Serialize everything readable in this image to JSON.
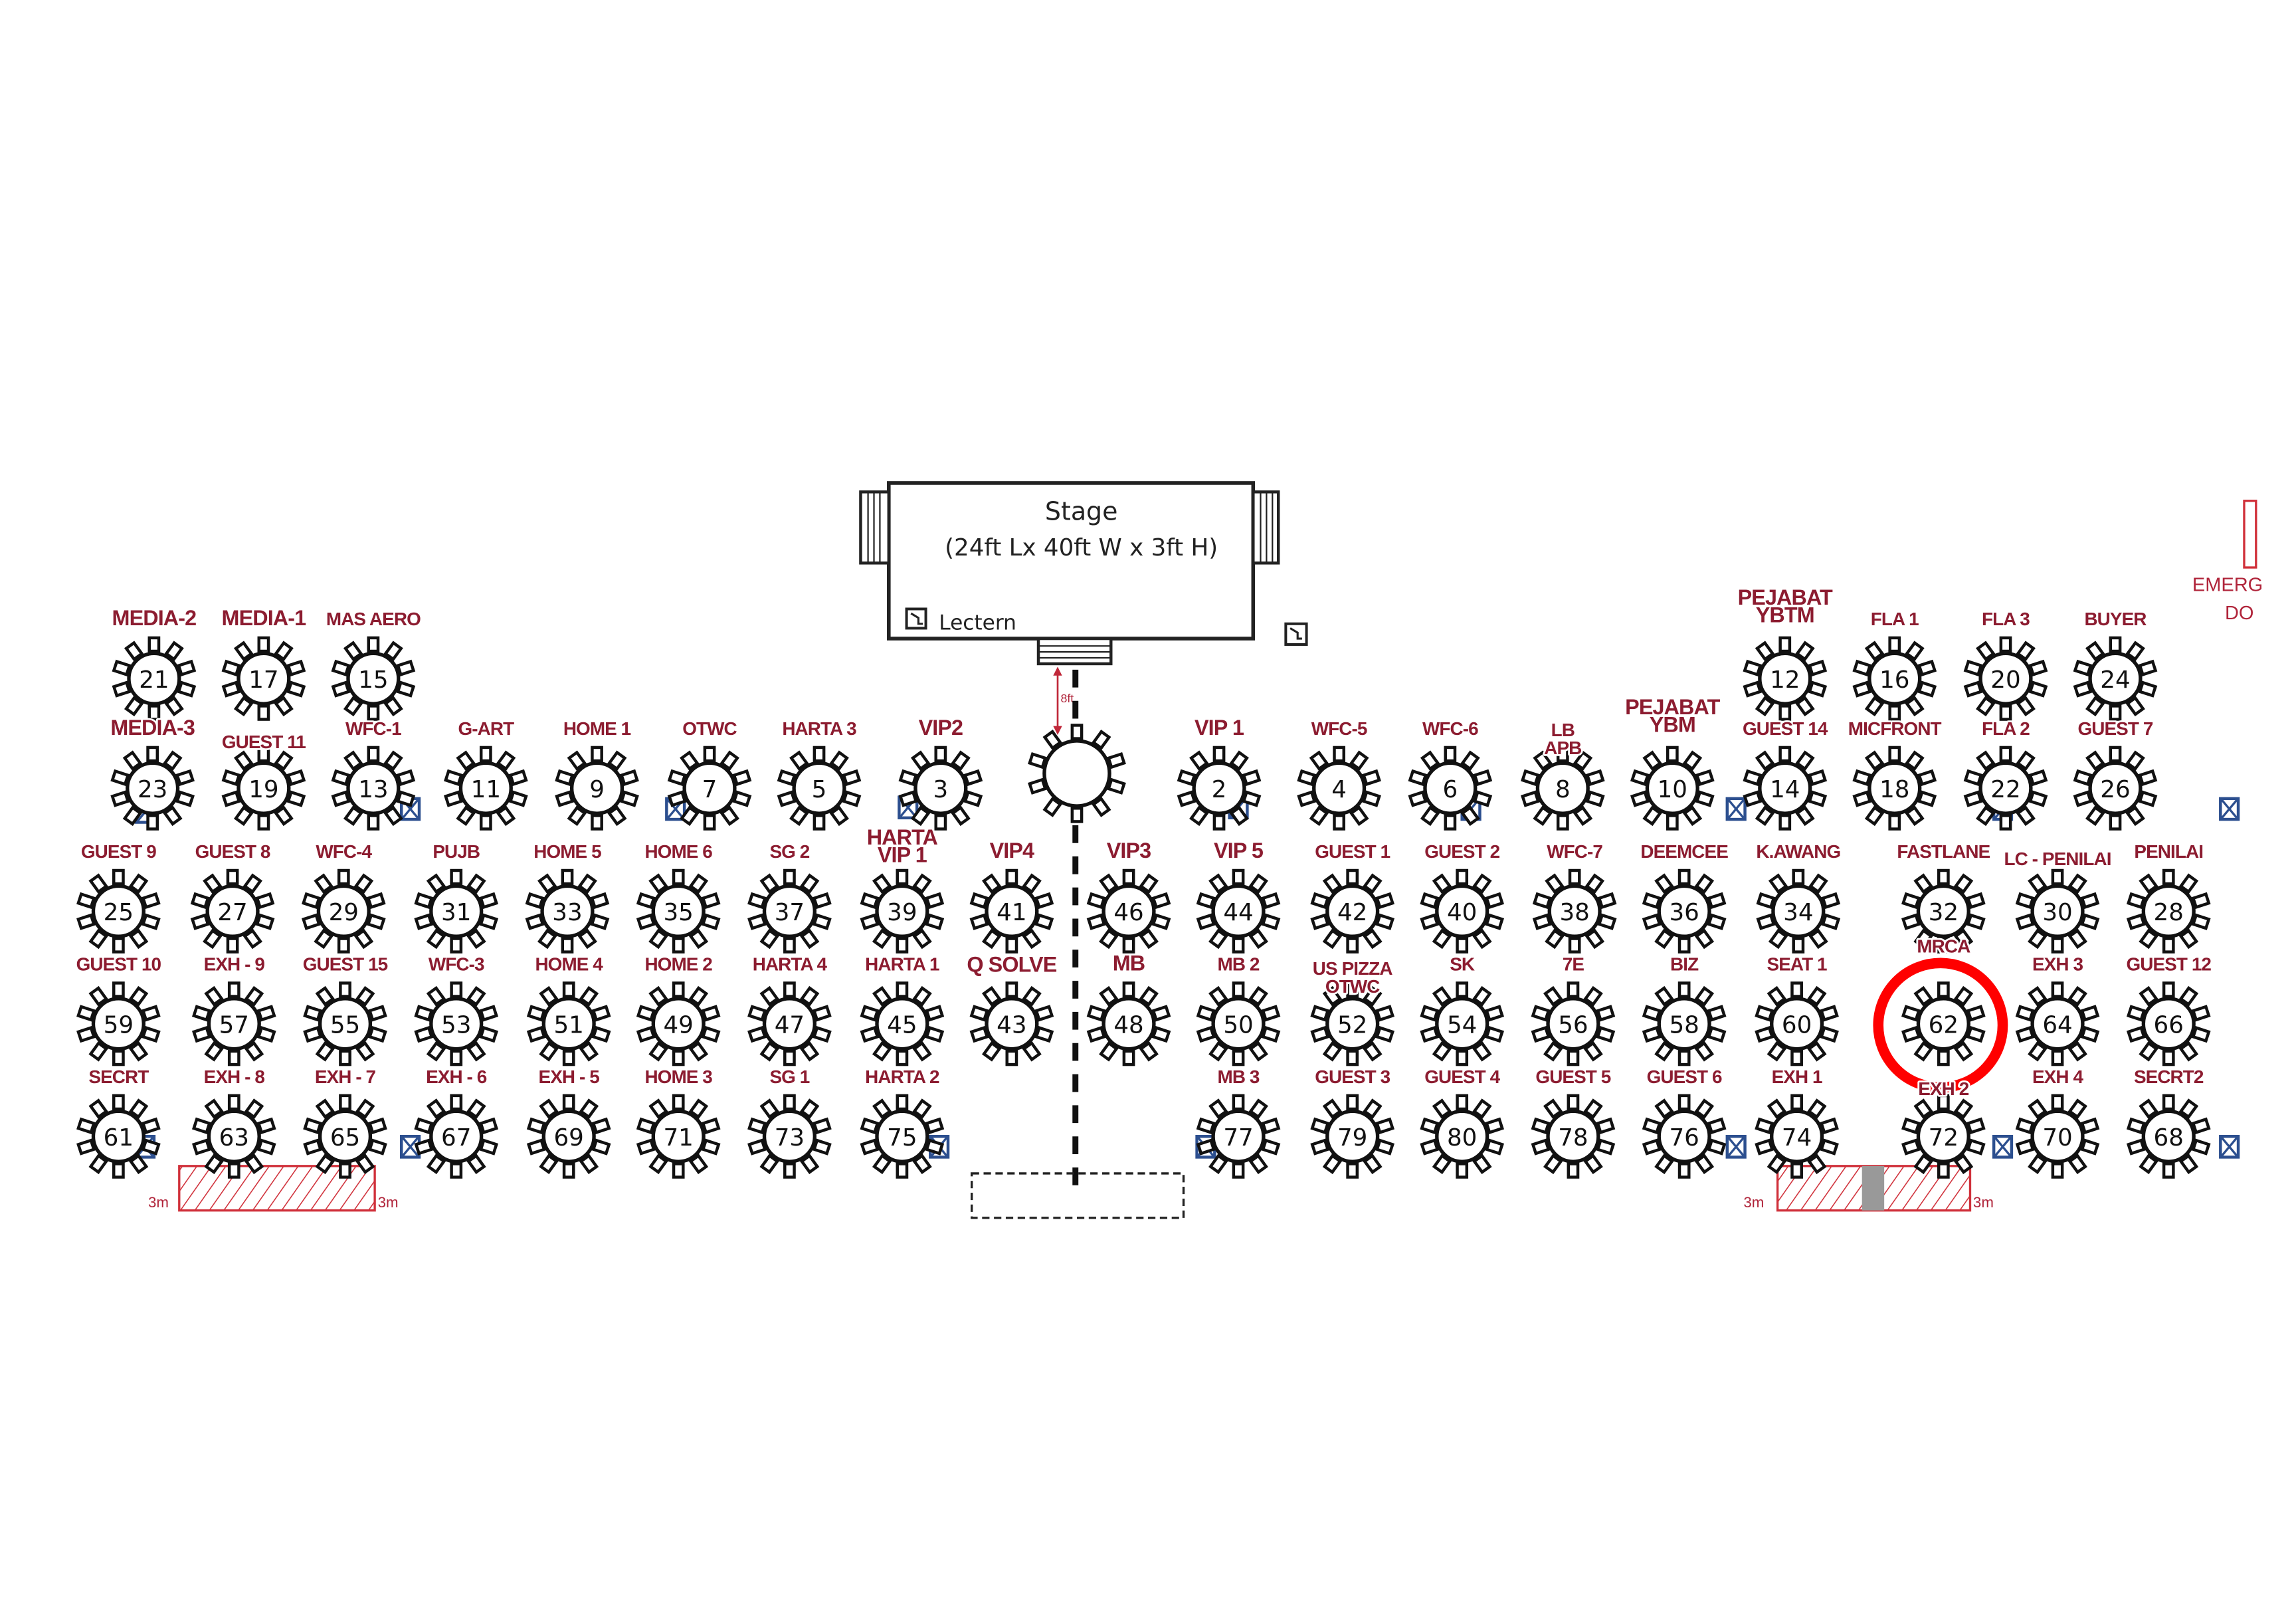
{
  "stage": {
    "title": "Stage",
    "dimensions": "(24ft Lx 40ft W x 3ft H)",
    "lectern_label": "Lectern"
  },
  "distance_label": "8ft",
  "clearance_labels": [
    "3m",
    "3m",
    "3m",
    "3m"
  ],
  "emergency_door": {
    "line1": "EMERG",
    "line2": "DO"
  },
  "highlight": {
    "table": 62,
    "color": "#ff0000"
  },
  "colors": {
    "label": "#8c1c30",
    "table": "#111111",
    "socket": "#2c4f8f",
    "hatch": "#d0303a"
  },
  "tables": [
    {
      "number": 21,
      "label": "MEDIA-2"
    },
    {
      "number": 17,
      "label": "MEDIA-1"
    },
    {
      "number": 15,
      "label": "MAS AERO"
    },
    {
      "number": 12,
      "label": "PEJABAT\nYBTM"
    },
    {
      "number": 16,
      "label": "FLA 1"
    },
    {
      "number": 20,
      "label": "FLA 3"
    },
    {
      "number": 24,
      "label": "BUYER"
    },
    {
      "number": 23,
      "label": "MEDIA-3"
    },
    {
      "number": 19,
      "label": "GUEST 11"
    },
    {
      "number": 13,
      "label": "WFC-1"
    },
    {
      "number": 11,
      "label": "G-ART"
    },
    {
      "number": 9,
      "label": "HOME 1"
    },
    {
      "number": 7,
      "label": "OTWC"
    },
    {
      "number": 5,
      "label": "HARTA 3"
    },
    {
      "number": 3,
      "label": "VIP2"
    },
    {
      "number": 2,
      "label": "VIP 1"
    },
    {
      "number": 4,
      "label": "WFC-5"
    },
    {
      "number": 6,
      "label": "WFC-6"
    },
    {
      "number": 8,
      "label": "LB\nAPB"
    },
    {
      "number": 10,
      "label": "PEJABAT\nYBM"
    },
    {
      "number": 14,
      "label": "GUEST 14"
    },
    {
      "number": 18,
      "label": "MICFRONT"
    },
    {
      "number": 22,
      "label": "FLA 2"
    },
    {
      "number": 26,
      "label": "GUEST 7"
    },
    {
      "number": 25,
      "label": "GUEST 9"
    },
    {
      "number": 27,
      "label": "GUEST 8"
    },
    {
      "number": 29,
      "label": "WFC-4"
    },
    {
      "number": 31,
      "label": "PUJB"
    },
    {
      "number": 33,
      "label": "HOME 5"
    },
    {
      "number": 35,
      "label": "HOME 6"
    },
    {
      "number": 37,
      "label": "SG 2"
    },
    {
      "number": 39,
      "label": "HARTA\nVIP 1"
    },
    {
      "number": 41,
      "label": "VIP4"
    },
    {
      "number": 46,
      "label": "VIP3"
    },
    {
      "number": 44,
      "label": "VIP 5"
    },
    {
      "number": 42,
      "label": "GUEST 1"
    },
    {
      "number": 40,
      "label": "GUEST 2"
    },
    {
      "number": 38,
      "label": "WFC-7"
    },
    {
      "number": 36,
      "label": "DEEMCEE"
    },
    {
      "number": 34,
      "label": "K.AWANG"
    },
    {
      "number": 32,
      "label": "FASTLANE"
    },
    {
      "number": 30,
      "label": "LC - PENILAI"
    },
    {
      "number": 28,
      "label": "PENILAI"
    },
    {
      "number": 59,
      "label": "GUEST 10"
    },
    {
      "number": 57,
      "label": "EXH - 9"
    },
    {
      "number": 55,
      "label": "GUEST 15"
    },
    {
      "number": 53,
      "label": "WFC-3"
    },
    {
      "number": 51,
      "label": "HOME 4"
    },
    {
      "number": 49,
      "label": "HOME 2"
    },
    {
      "number": 47,
      "label": "HARTA 4"
    },
    {
      "number": 45,
      "label": "HARTA 1"
    },
    {
      "number": 43,
      "label": "Q SOLVE"
    },
    {
      "number": 48,
      "label": "MB"
    },
    {
      "number": 50,
      "label": "MB 2"
    },
    {
      "number": 52,
      "label": "US PIZZA\nOTWC"
    },
    {
      "number": 54,
      "label": "SK"
    },
    {
      "number": 56,
      "label": "7E"
    },
    {
      "number": 58,
      "label": "BIZ"
    },
    {
      "number": 60,
      "label": "SEAT 1"
    },
    {
      "number": 62,
      "label": "MRCA"
    },
    {
      "number": 64,
      "label": "EXH 3"
    },
    {
      "number": 66,
      "label": "GUEST 12"
    },
    {
      "number": 61,
      "label": "SECRT"
    },
    {
      "number": 63,
      "label": "EXH - 8"
    },
    {
      "number": 65,
      "label": "EXH - 7"
    },
    {
      "number": 67,
      "label": "EXH - 6"
    },
    {
      "number": 69,
      "label": "EXH - 5"
    },
    {
      "number": 71,
      "label": "HOME 3"
    },
    {
      "number": 73,
      "label": "SG 1"
    },
    {
      "number": 75,
      "label": "HARTA 2"
    },
    {
      "number": 77,
      "label": "MB 3"
    },
    {
      "number": 79,
      "label": "GUEST 3"
    },
    {
      "number": 80,
      "label": "GUEST 4"
    },
    {
      "number": 78,
      "label": "GUEST 5"
    },
    {
      "number": 76,
      "label": "GUEST  6"
    },
    {
      "number": 74,
      "label": "EXH 1"
    },
    {
      "number": 72,
      "label": "EXH 2"
    },
    {
      "number": 70,
      "label": "EXH 4"
    },
    {
      "number": 68,
      "label": "SECRT2"
    }
  ]
}
